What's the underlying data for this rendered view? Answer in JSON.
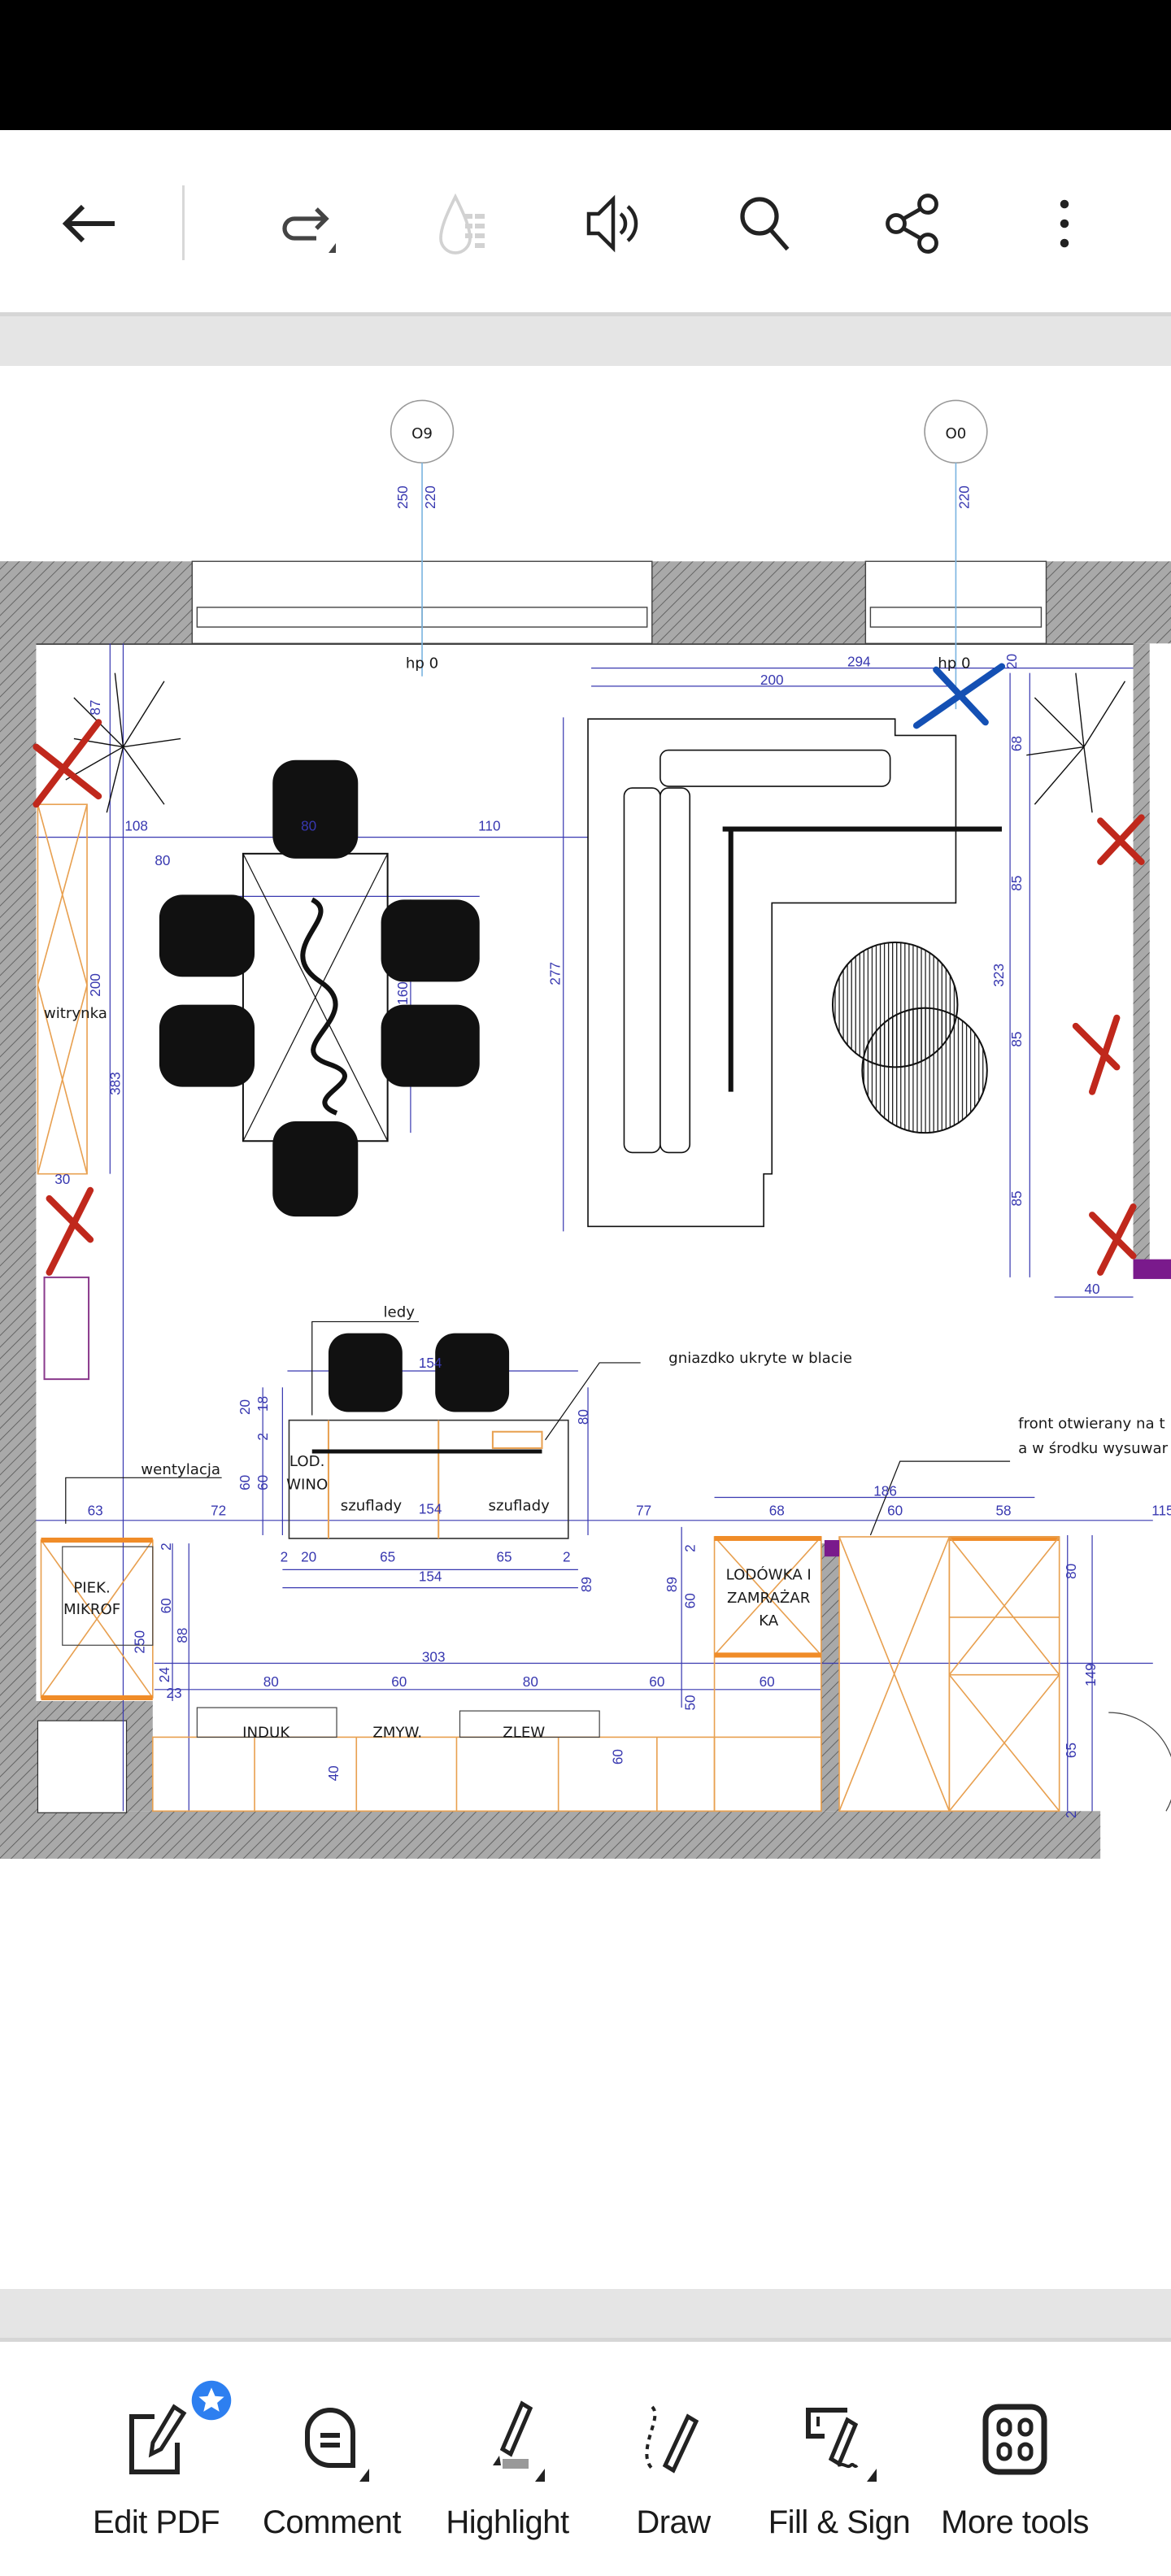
{
  "toolbar": {
    "back": "back-arrow-icon",
    "redo": "redo-icon",
    "liquid_mode": "liquid-mode-icon",
    "read_aloud": "speaker-icon",
    "search": "search-icon",
    "share": "share-icon",
    "more": "more-vertical-icon"
  },
  "bottom_tools": [
    {
      "label": "Edit PDF",
      "icon": "edit-pdf-icon",
      "badge": "star-badge"
    },
    {
      "label": "Comment",
      "icon": "comment-icon"
    },
    {
      "label": "Highlight",
      "icon": "highlight-icon"
    },
    {
      "label": "Draw",
      "icon": "draw-icon"
    },
    {
      "label": "Fill & Sign",
      "icon": "fill-sign-icon"
    },
    {
      "label": "More tools",
      "icon": "more-tools-icon"
    }
  ],
  "colors": {
    "dimension": "#3838b0",
    "cabinet": "#f08c28",
    "remove_mark": "#c0281c",
    "blue_mark": "#1450b4",
    "accent_badge": "#2d7ff0"
  },
  "plan": {
    "dims": [
      "250",
      "220",
      "220",
      "294",
      "200",
      "20",
      "87",
      "108",
      "80",
      "110",
      "80",
      "200",
      "383",
      "30",
      "160",
      "277",
      "68",
      "85",
      "323",
      "85",
      "85",
      "40",
      "154",
      "20",
      "18",
      "2",
      "60",
      "60",
      "63",
      "72",
      "154",
      "77",
      "186",
      "68",
      "60",
      "58",
      "115",
      "80",
      "2",
      "20",
      "65",
      "65",
      "2",
      "154",
      "2",
      "60",
      "88",
      "303",
      "24",
      "23",
      "80",
      "60",
      "80",
      "60",
      "60",
      "250",
      "89",
      "89",
      "60",
      "50",
      "40",
      "60",
      "2",
      "80",
      "149",
      "65",
      "2"
    ],
    "labels": [
      "O9",
      "O0",
      "hp 0",
      "hp 0",
      "witrynka",
      "ledy",
      "gniazdko ukryte w blacie",
      "front otwierany na t",
      "a w środku wysuwar",
      "wentylacja",
      "LOD.",
      "WINO",
      "szuflady",
      "szuflady",
      "PIEK.",
      "MIKROF",
      "INDUK",
      "ZMYW.",
      "ZLEW",
      "LODÓWKA I",
      "ZAMRAŻAR",
      "KA"
    ]
  }
}
